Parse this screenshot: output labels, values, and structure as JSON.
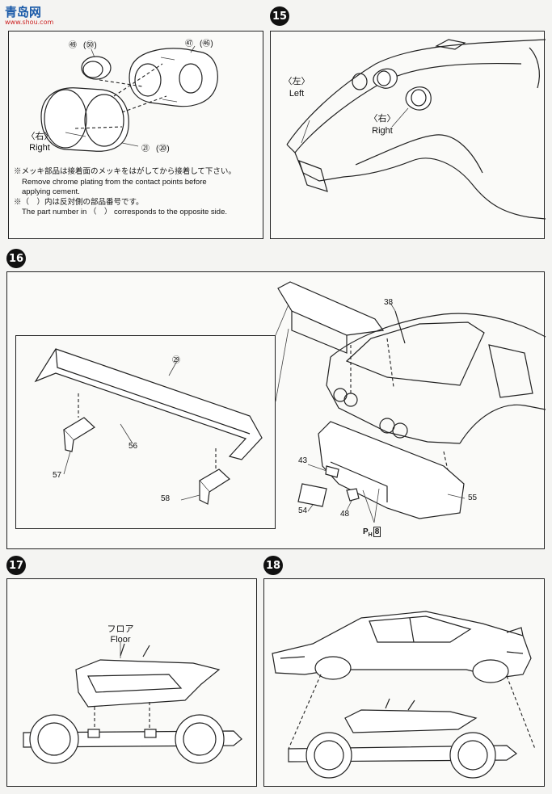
{
  "watermark": {
    "title": "青岛网",
    "url": "www.shou.com"
  },
  "steps": {
    "s14": {
      "parts": {
        "p49": "㊾",
        "p50": "(㊿)",
        "p47": "㊼",
        "p46": "(㊻)",
        "p21": "㉑",
        "p20": "(⑳)"
      },
      "right_jp": "〈右〉",
      "right_en": "Right",
      "note1_jp": "※メッキ部品は接着面のメッキをはがしてから接着して下さい。",
      "note1_en_a": "Remove chrome plating from the contact points before",
      "note1_en_b": "applying cement.",
      "note2_jp": "※（　）内は反対側の部品番号です。",
      "note2_en": "The part number in （　） corresponds to the opposite side."
    },
    "s15": {
      "badge": "15",
      "left_jp": "〈左〉",
      "left_en": "Left",
      "right_jp": "〈右〉",
      "right_en": "Right"
    },
    "s16": {
      "badge": "16",
      "parts": {
        "p29": "㉙",
        "p56": "56",
        "p57": "57",
        "p58": "58",
        "p38": "38",
        "p43": "43",
        "p54": "54",
        "p48": "48",
        "p55": "55"
      },
      "ph_label": "P",
      "ph_sub": "H",
      "ph_num": "8"
    },
    "s17": {
      "badge": "17",
      "floor_jp": "フロア",
      "floor_en": "Floor"
    },
    "s18": {
      "badge": "18"
    }
  }
}
